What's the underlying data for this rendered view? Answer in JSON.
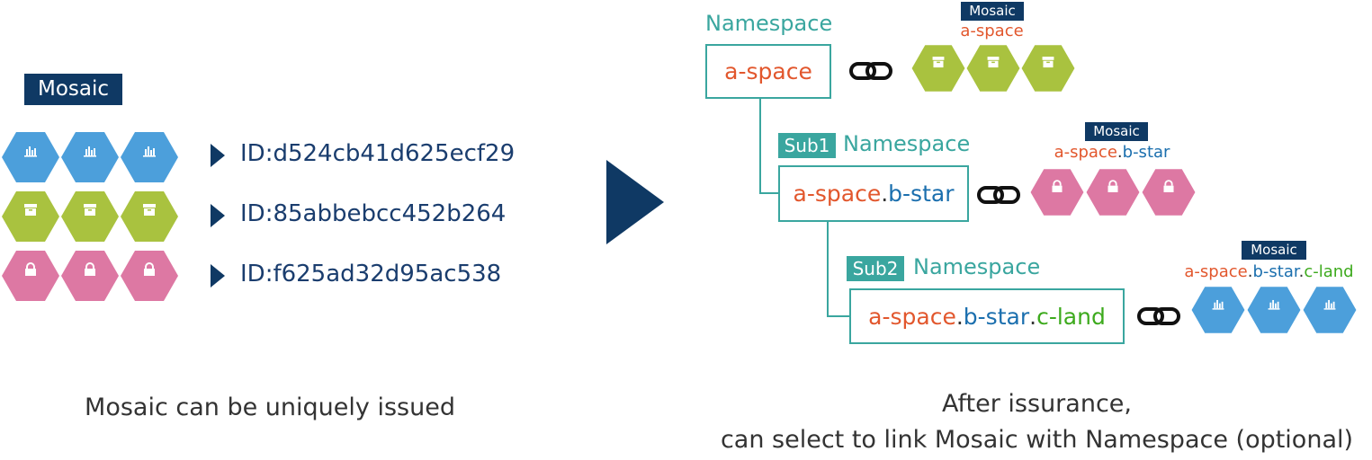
{
  "left": {
    "mosaic_tag": "Mosaic",
    "ids": [
      "ID:d524cb41d625ecf29",
      "ID:85abbebcc452b264",
      "ID:f625ad32d95ac538"
    ],
    "caption": "Mosaic can be uniquely issued"
  },
  "right": {
    "root": {
      "namespace_label": "Namespace",
      "name": "a-space",
      "mosaic_tag": "Mosaic",
      "mosaic_name": "a-space"
    },
    "sub1": {
      "badge": "Sub1",
      "namespace_label": "Namespace",
      "parts": [
        "a-space",
        ".",
        "b-star"
      ],
      "mosaic_tag": "Mosaic",
      "mosaic_parts": [
        "a-space",
        ".",
        "b-star"
      ]
    },
    "sub2": {
      "badge": "Sub2",
      "namespace_label": "Namespace",
      "parts": [
        "a-space",
        ".",
        "b-star",
        ".",
        "c-land"
      ],
      "mosaic_tag": "Mosaic",
      "mosaic_parts": [
        "a-space",
        ".",
        "b-star",
        ".",
        "c-land"
      ]
    },
    "caption_line1": "After issurance,",
    "caption_line2": "can select to link Mosaic with Namespace (optional)"
  },
  "colors": {
    "blue_hex": "#4c9fdb",
    "green_hex": "#a9c23f",
    "pink_hex": "#dd78a3",
    "navy": "#0f3964",
    "teal": "#3aa69f",
    "name_red": "#e2572d",
    "name_blue": "#1b6fae",
    "name_green": "#3daa1d"
  },
  "icons": {
    "blue_hex": "bar-chart-icon",
    "green_hex": "box-icon",
    "pink_hex": "lock-icon",
    "link": "chain-link-icon",
    "arrow": "triangle-arrow-icon"
  }
}
